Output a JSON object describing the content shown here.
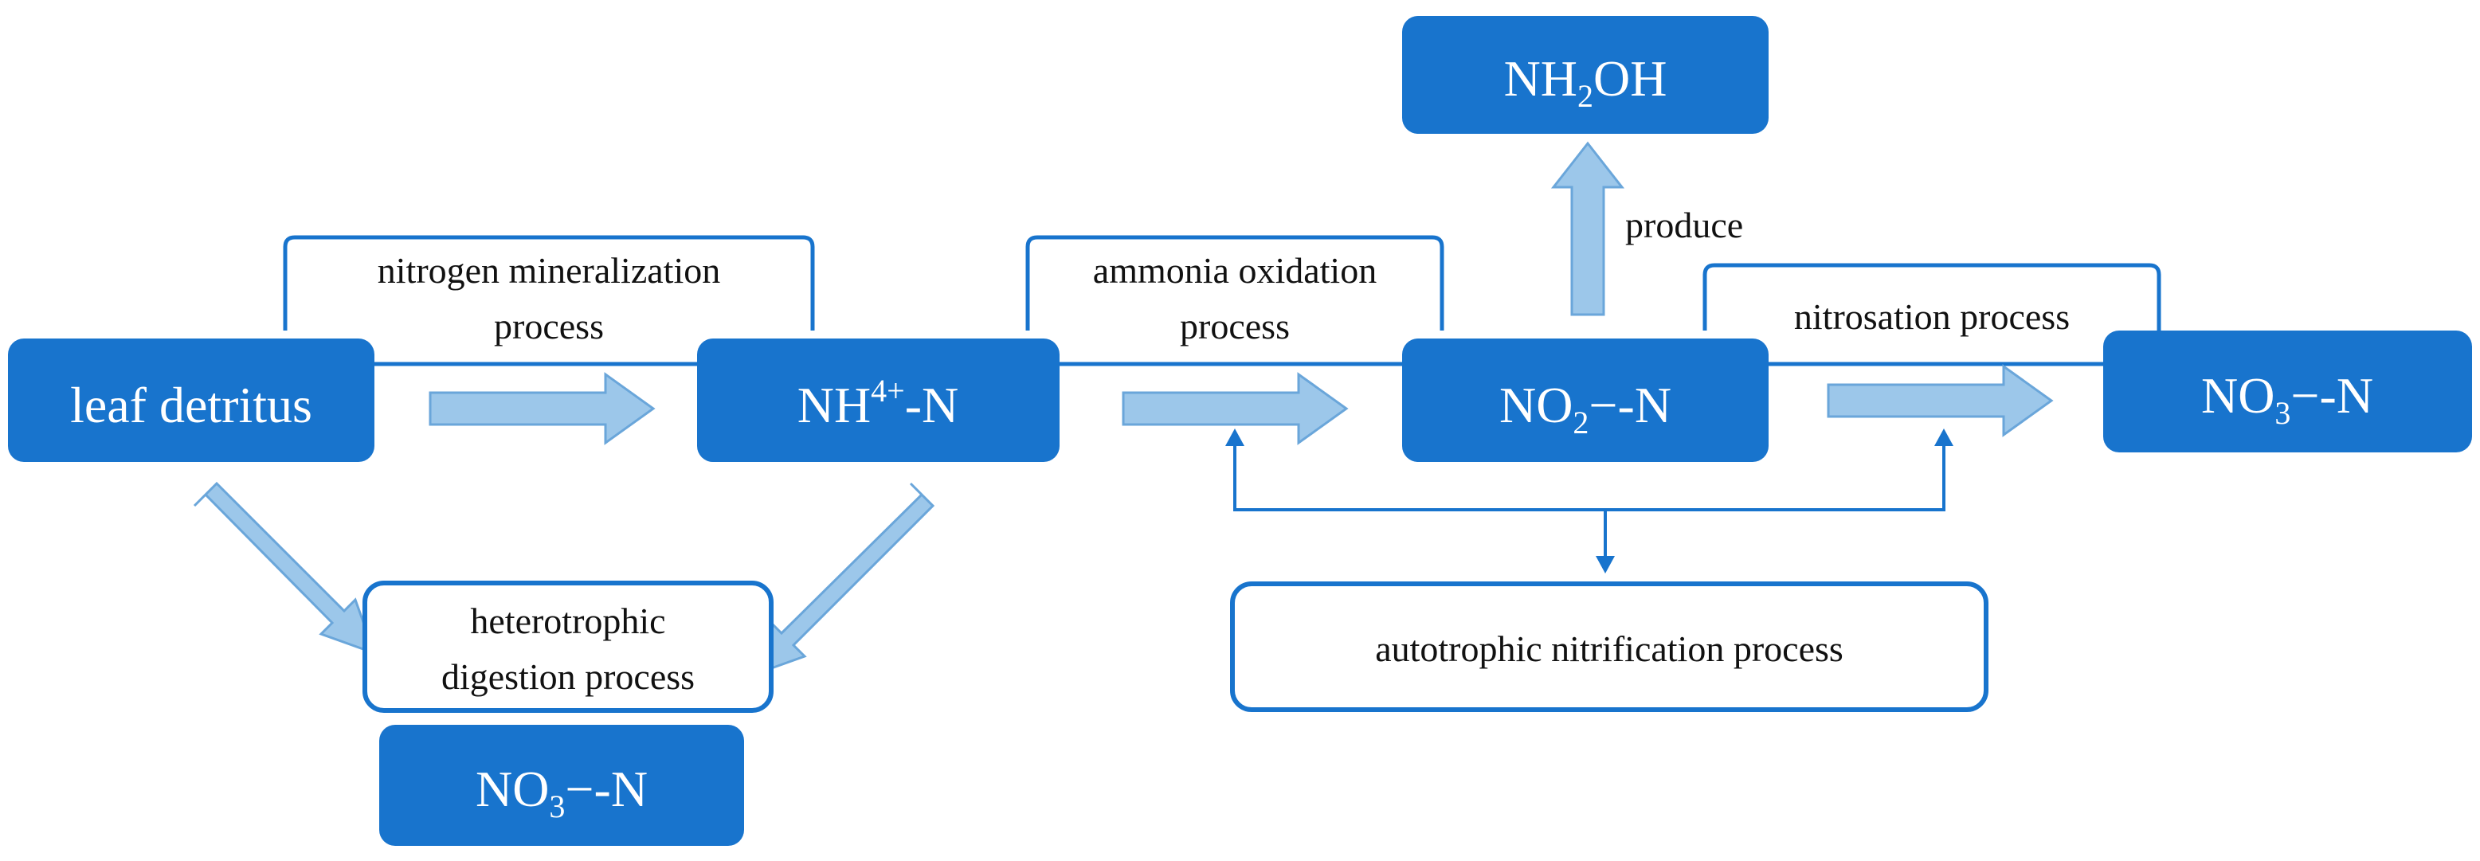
{
  "nodes": {
    "leaf_detritus": "leaf detritus",
    "ammonium": {
      "base": "NH",
      "sub": "4",
      "sup": "+",
      "suffix": "-N"
    },
    "nitrite": {
      "base": "NO",
      "sub": "2",
      "suffix": "−-N"
    },
    "hydroxylamine": {
      "base": "NH",
      "sub": "2",
      "suffix": "OH"
    },
    "nitrate_right": {
      "base": "NO",
      "sub": "3",
      "suffix": "−-N"
    },
    "nitrate_bottom": {
      "base": "NO",
      "sub": "3",
      "suffix": "−-N"
    }
  },
  "processes": {
    "mineralization_line1": "nitrogen mineralization",
    "mineralization_line2": "process",
    "ammonia_oxidation_line1": "ammonia oxidation",
    "ammonia_oxidation_line2": "process",
    "nitrosation": "nitrosation process",
    "produce": "produce",
    "heterotrophic_line1": "heterotrophic",
    "heterotrophic_line2": "digestion process",
    "autotrophic": "autotrophic nitrification process"
  },
  "colors": {
    "box_fill": "#1874cd",
    "arrow_fill": "#9cc7ea",
    "text_on_box": "#ffffff"
  }
}
